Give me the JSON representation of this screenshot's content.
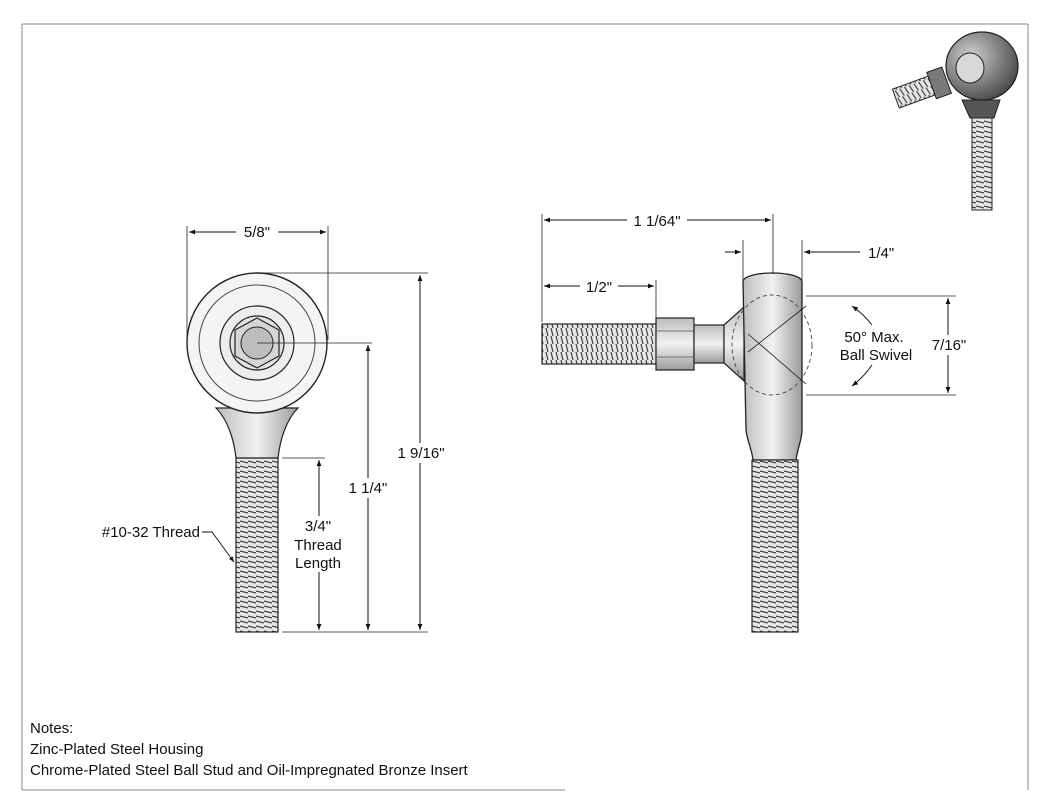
{
  "dimensions": {
    "width": "5/8\"",
    "overall_length": "1 9/16\"",
    "center_to_end": "1 1/4\"",
    "thread_length_value": "3/4\"",
    "thread_length_word1": "Thread",
    "thread_length_word2": "Length",
    "thread_callout": "#10-32 Thread",
    "side_overall": "1 1/64\"",
    "side_stud": "1/2\"",
    "head_width": "1/4\"",
    "ball_height": "7/16\"",
    "swivel_line1": "50° Max.",
    "swivel_line2": "Ball Swivel"
  },
  "notes": {
    "heading": "Notes:",
    "items": [
      "Zinc-Plated Steel Housing",
      "Chrome-Plated Steel Ball Stud and Oil-Impregnated Bronze Insert"
    ]
  }
}
